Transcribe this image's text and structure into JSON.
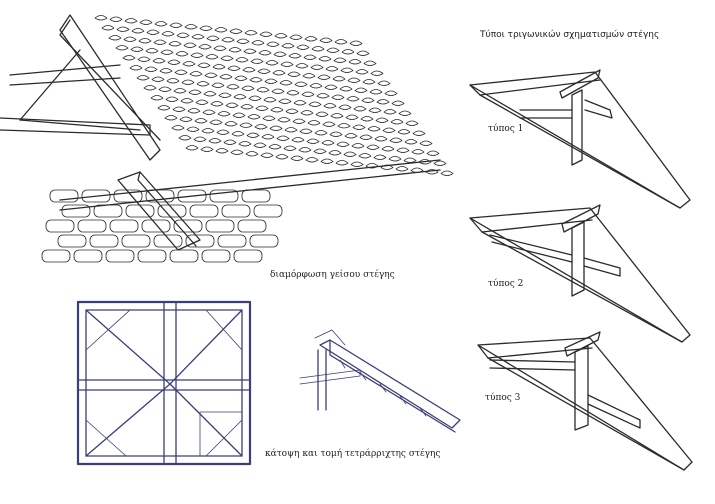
{
  "sheet_title": "Τύποι τριγωνικών σχηματισμών στέγης",
  "captions": {
    "eaves": "διαμόρφωση γείσου στέγης",
    "plan_section": "κάτοψη και τομή τετράρριχτης στέγης"
  },
  "truss_types": [
    {
      "label": "τύπος 1"
    },
    {
      "label": "τύπος 2"
    },
    {
      "label": "τύπος 3"
    }
  ]
}
